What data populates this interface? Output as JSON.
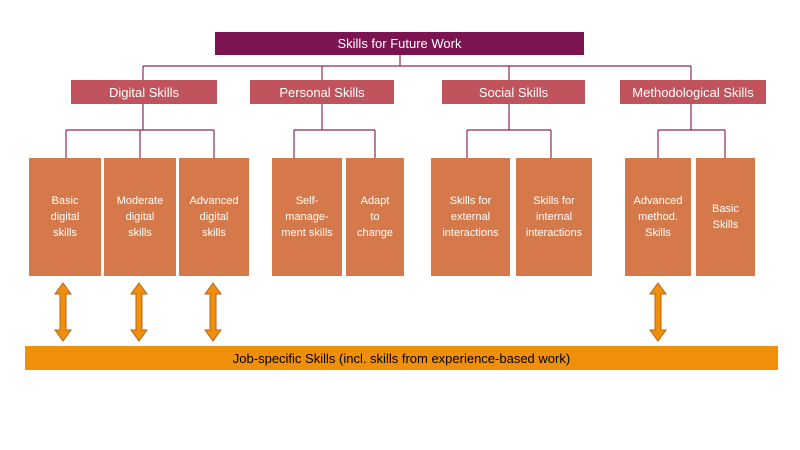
{
  "root": {
    "label": "Skills for Future Work"
  },
  "categories": [
    {
      "label": "Digital Skills",
      "children": [
        "Basic\ndigital\nskills",
        "Moderate\ndigital\nskills",
        "Advanced\ndigital\nskills"
      ]
    },
    {
      "label": "Personal Skills",
      "children": [
        "Self-\nmanage-\nment skills",
        "Adapt\nto\nchange"
      ]
    },
    {
      "label": "Social Skills",
      "children": [
        "Skills for\nexternal\ninteractions",
        "Skills for\ninternal\ninteractions"
      ]
    },
    {
      "label": "Methodological Skills",
      "children": [
        "Advanced\nmethod.\nSkills",
        "Basic\nSkills"
      ]
    }
  ],
  "bottom_bar": {
    "label": "Job-specific Skills (incl. skills from experience-based work)"
  },
  "colors": {
    "root": "#7B1450",
    "category": "#C0535B",
    "skill_box": "#D5794A",
    "job_bar": "#F0900A",
    "connector": "#8B2A5A"
  }
}
